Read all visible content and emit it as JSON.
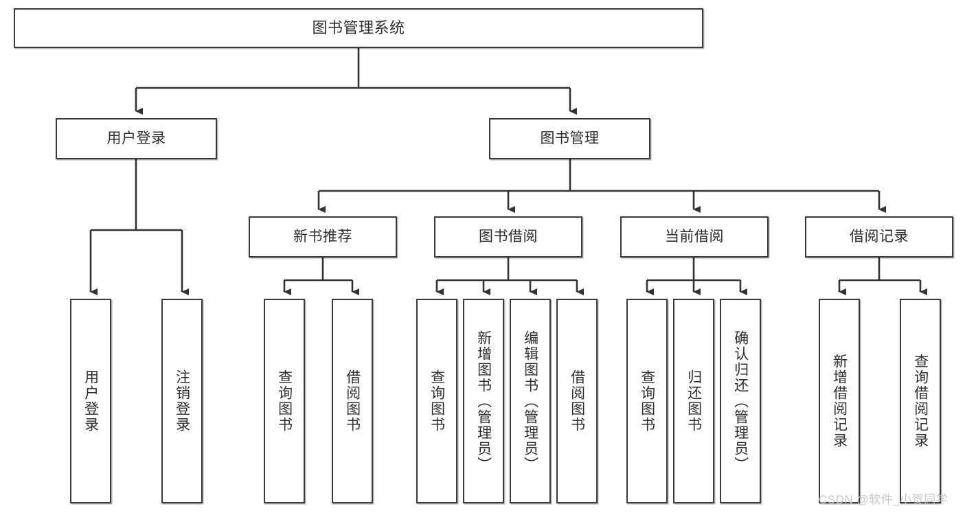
{
  "diagram": {
    "title": "图书管理系统",
    "type": "hierarchy-tree",
    "watermark": "CSDN @软件_小贺同学",
    "colors": {
      "node_border": "#3a3a3a",
      "node_fill": "#ffffff",
      "connector": "#333333",
      "text": "#2e2e2e",
      "watermark": "#c9c9c9"
    },
    "nodes": {
      "root": {
        "label": "图书管理系统"
      },
      "level1": [
        {
          "label": "用户登录"
        },
        {
          "label": "图书管理"
        }
      ],
      "level2": [
        {
          "label": "新书推荐"
        },
        {
          "label": "图书借阅"
        },
        {
          "label": "当前借阅"
        },
        {
          "label": "借阅记录"
        }
      ],
      "leaves": {
        "user_login": [
          {
            "label": "用户登录"
          },
          {
            "label": "注销登录"
          }
        ],
        "new_book_recommend": [
          {
            "label": "查询图书"
          },
          {
            "label": "借阅图书"
          }
        ],
        "book_borrow": [
          {
            "label": "查询图书"
          },
          {
            "label": "新增图书（管理员）"
          },
          {
            "label": "编辑图书（管理员）"
          },
          {
            "label": "借阅图书"
          }
        ],
        "current_borrow": [
          {
            "label": "查询图书"
          },
          {
            "label": "归还图书"
          },
          {
            "label": "确认归还（管理员）"
          }
        ],
        "borrow_record": [
          {
            "label": "新增借阅记录"
          },
          {
            "label": "查询借阅记录"
          }
        ]
      }
    }
  }
}
